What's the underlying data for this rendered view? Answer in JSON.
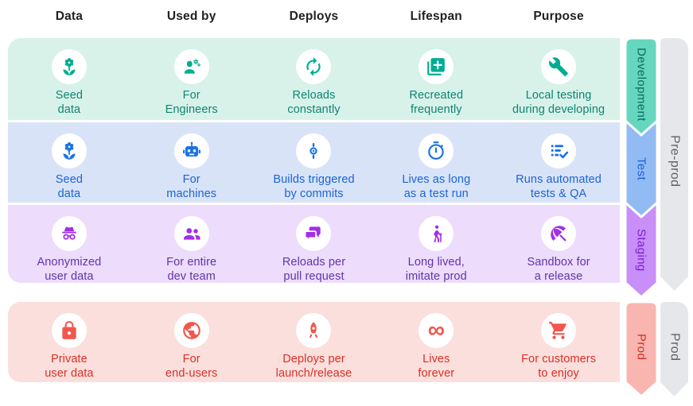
{
  "columns": [
    "Data",
    "Used by",
    "Deploys",
    "Lifespan",
    "Purpose"
  ],
  "rows": [
    {
      "environment": "Development",
      "cells": [
        {
          "icon": "seed-icon",
          "label": "Seed\ndata"
        },
        {
          "icon": "engineer-icon",
          "label": "For\nEngineers"
        },
        {
          "icon": "refresh-icon",
          "label": "Reloads\nconstantly"
        },
        {
          "icon": "add-copy-icon",
          "label": "Recreated\nfrequently"
        },
        {
          "icon": "wrench-icon",
          "label": "Local testing\nduring developing"
        }
      ]
    },
    {
      "environment": "Test",
      "cells": [
        {
          "icon": "seed-icon",
          "label": "Seed\ndata"
        },
        {
          "icon": "robot-icon",
          "label": "For\nmachines"
        },
        {
          "icon": "commit-icon",
          "label": "Builds triggered\nby commits"
        },
        {
          "icon": "stopwatch-icon",
          "label": "Lives as long\nas a test run"
        },
        {
          "icon": "checklist-icon",
          "label": "Runs automated\ntests & QA"
        }
      ]
    },
    {
      "environment": "Staging",
      "cells": [
        {
          "icon": "incognito-icon",
          "label": "Anonymized\nuser data"
        },
        {
          "icon": "team-icon",
          "label": "For entire\ndev team"
        },
        {
          "icon": "chat-icon",
          "label": "Reloads per\npull request"
        },
        {
          "icon": "hiker-icon",
          "label": "Long lived,\nimitate prod"
        },
        {
          "icon": "umbrella-icon",
          "label": "Sandbox for\na release"
        }
      ]
    },
    {
      "environment": "Prod",
      "cells": [
        {
          "icon": "lock-icon",
          "label": "Private\nuser data"
        },
        {
          "icon": "globe-icon",
          "label": "For\nend-users"
        },
        {
          "icon": "rocket-icon",
          "label": "Deploys per\nlaunch/release"
        },
        {
          "icon": "infinity-icon",
          "label": "Lives\nforever",
          "glyph": "∞"
        },
        {
          "icon": "cart-icon",
          "label": "For customers\nto enjoy"
        }
      ]
    }
  ],
  "environment_ribbons": [
    {
      "label": "Development",
      "fill": "#66D7BF",
      "text_color": "#0A6B5E"
    },
    {
      "label": "Test",
      "fill": "#92BBF4",
      "text_color": "#1A5FD9"
    },
    {
      "label": "Staging",
      "fill": "#C98FF8",
      "text_color": "#7B1FD1"
    },
    {
      "label": "Prod",
      "fill": "#F9B6B0",
      "text_color": "#D72C20"
    }
  ],
  "group_ribbons": [
    {
      "label": "Pre-prod",
      "fill": "#E5E7EA",
      "text_color": "#5F6368"
    },
    {
      "label": "Prod",
      "fill": "#E5E7EA",
      "text_color": "#5F6368"
    }
  ],
  "row_colors": [
    {
      "bg": "#D8F2EA",
      "icon": "#00AD93",
      "text": "#0E8573"
    },
    {
      "bg": "#D9E3F8",
      "icon": "#1A73E8",
      "text": "#1765D8"
    },
    {
      "bg": "#EDDCFB",
      "icon": "#A32EE6",
      "text": "#6334AC"
    },
    {
      "bg": "#FBDFDD",
      "icon": "#F2564C",
      "text": "#D93025"
    }
  ]
}
